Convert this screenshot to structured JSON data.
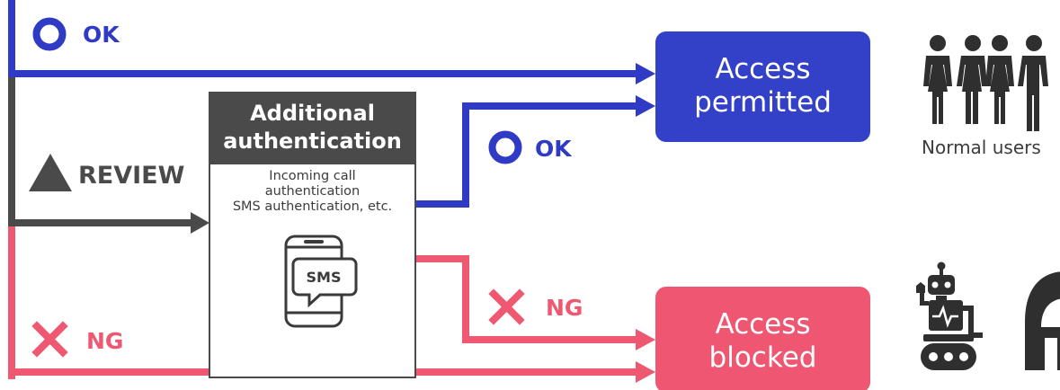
{
  "colors": {
    "ok": "#2f3bc4",
    "review": "#4a4a4a",
    "ng": "#ee5870",
    "box_blue": "#3340c8",
    "box_pink": "#ef5672",
    "icon": "#2f2f2f"
  },
  "labels": {
    "ok_top": "OK",
    "review": "REVIEW",
    "ok_mid": "OK",
    "ng_mid": "NG",
    "ng_bottom": "NG"
  },
  "auth_box": {
    "title_line1": "Additional",
    "title_line2": "authentication",
    "body_line1": "Incoming call",
    "body_line2": "authentication",
    "body_line3": "SMS authentication, etc.",
    "sms_text": "SMS"
  },
  "permitted_box": {
    "line1": "Access",
    "line2": "permitted"
  },
  "blocked_box": {
    "line1": "Access",
    "line2": "blocked"
  },
  "users_caption": "Normal users",
  "icons": [
    "circle-ok-icon",
    "triangle-review-icon",
    "cross-ng-icon",
    "smartphone-sms-icon",
    "people-icon",
    "robot-icon",
    "hooded-person-icon"
  ]
}
